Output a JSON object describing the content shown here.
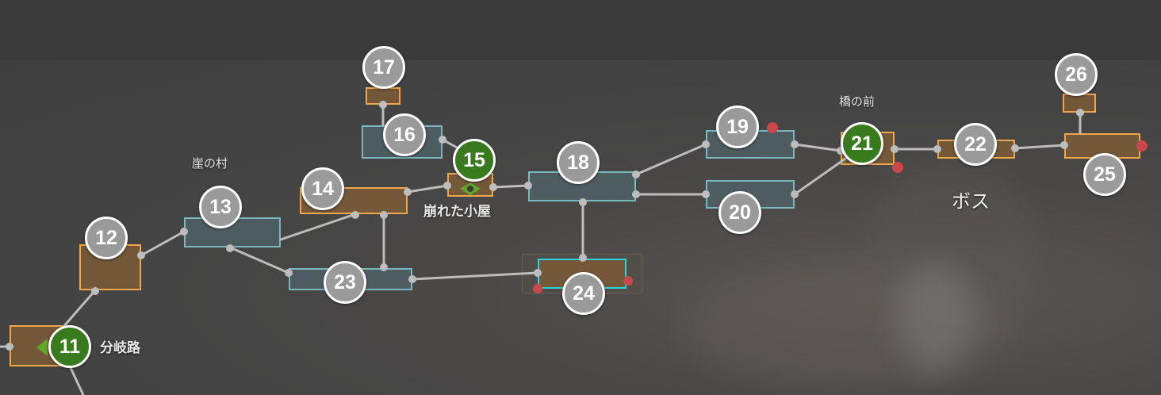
{
  "nodes": [
    {
      "id": "11",
      "label": "11",
      "current": true
    },
    {
      "id": "12",
      "label": "12",
      "current": false
    },
    {
      "id": "13",
      "label": "13",
      "current": false
    },
    {
      "id": "14",
      "label": "14",
      "current": false
    },
    {
      "id": "15",
      "label": "15",
      "current": true
    },
    {
      "id": "16",
      "label": "16",
      "current": false
    },
    {
      "id": "17",
      "label": "17",
      "current": false
    },
    {
      "id": "18",
      "label": "18",
      "current": false
    },
    {
      "id": "19",
      "label": "19",
      "current": false
    },
    {
      "id": "20",
      "label": "20",
      "current": false
    },
    {
      "id": "21",
      "label": "21",
      "current": true
    },
    {
      "id": "22",
      "label": "22",
      "current": false
    },
    {
      "id": "23",
      "label": "23",
      "current": false
    },
    {
      "id": "24",
      "label": "24",
      "current": false
    },
    {
      "id": "25",
      "label": "25",
      "current": false
    },
    {
      "id": "26",
      "label": "26",
      "current": false
    }
  ],
  "labels": {
    "branch": "分岐路",
    "cliff_village": "崖の村",
    "ruined_hut": "崩れた小屋",
    "bridge_front": "橋の前",
    "boss": "ボス"
  },
  "colors": {
    "node_default": "#9a9a9a",
    "node_current": "#3a7a1e",
    "room_orange_border": "#f0a64a",
    "room_blue_border": "#7ab8c0",
    "room_selected_border": "#2bd2e0",
    "connector": "#bdbdbd",
    "enemy_marker": "#c8484b",
    "save_point": "#5fa82a"
  }
}
